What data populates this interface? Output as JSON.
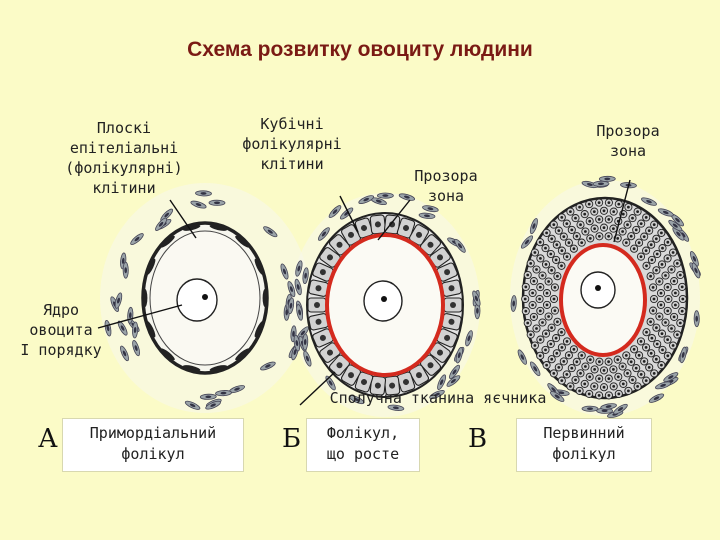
{
  "title": "Схема розвитку овоциту людини",
  "labels": {
    "flat_cells": "Плоскі\nепітеліальні\n(фолікулярні)\nклітини",
    "cubic_cells": "Кубічні\nфолікулярні\nклітини",
    "zona_middle": "Прозора\nзона",
    "zona_right": "Прозора\nзона",
    "oocyte_nucleus": "Ядро\nовоцита\nI порядку",
    "connective_tissue": "Сполучна тканина яєчника"
  },
  "stages": [
    {
      "letter": "А",
      "name": "Примордіальний\nфолікул"
    },
    {
      "letter": "Б",
      "name": "Фолікул,\nщо росте"
    },
    {
      "letter": "В",
      "name": "Первинний\nфолікул"
    }
  ],
  "colors": {
    "background": "#fbfbc7",
    "title": "#7a1a14",
    "zona": "#d42a1e"
  }
}
